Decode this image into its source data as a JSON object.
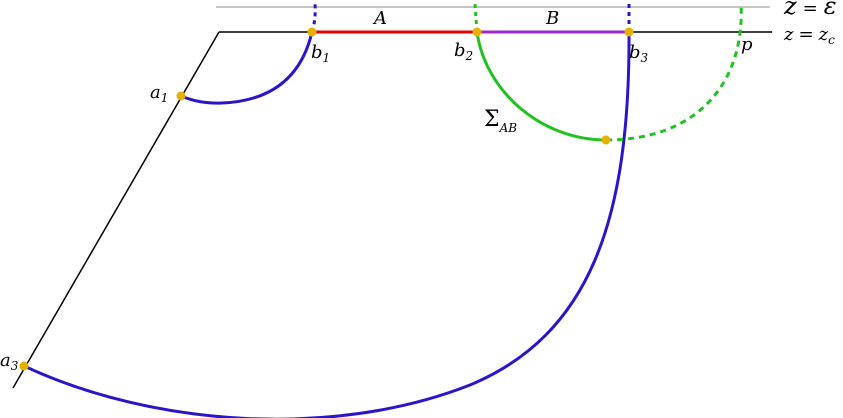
{
  "colors": {
    "cutoff_line": "#b3b3b3",
    "boundary_line": "#000000",
    "geodesic": "#2a16c8",
    "surface": "#1fc21f",
    "interval_A": "#e60000",
    "interval_B": "#9b2ad1",
    "point": "#e6b000"
  },
  "labels": {
    "cutoff_lhs": "z",
    "cutoff_eq": "=",
    "cutoff_rhs": "ε",
    "boundary_lhs": "z",
    "boundary_eq": "=",
    "boundary_rhs": "z",
    "boundary_rhs_sub": "c",
    "interval_A": "A",
    "interval_B": "B",
    "surface_symbol": "Σ",
    "surface_sub": "AB",
    "p": "p"
  },
  "points": [
    {
      "name": "b",
      "sub": "1"
    },
    {
      "name": "b",
      "sub": "2"
    },
    {
      "name": "b",
      "sub": "3"
    },
    {
      "name": "a",
      "sub": "1"
    },
    {
      "name": "a",
      "sub": "3"
    }
  ]
}
